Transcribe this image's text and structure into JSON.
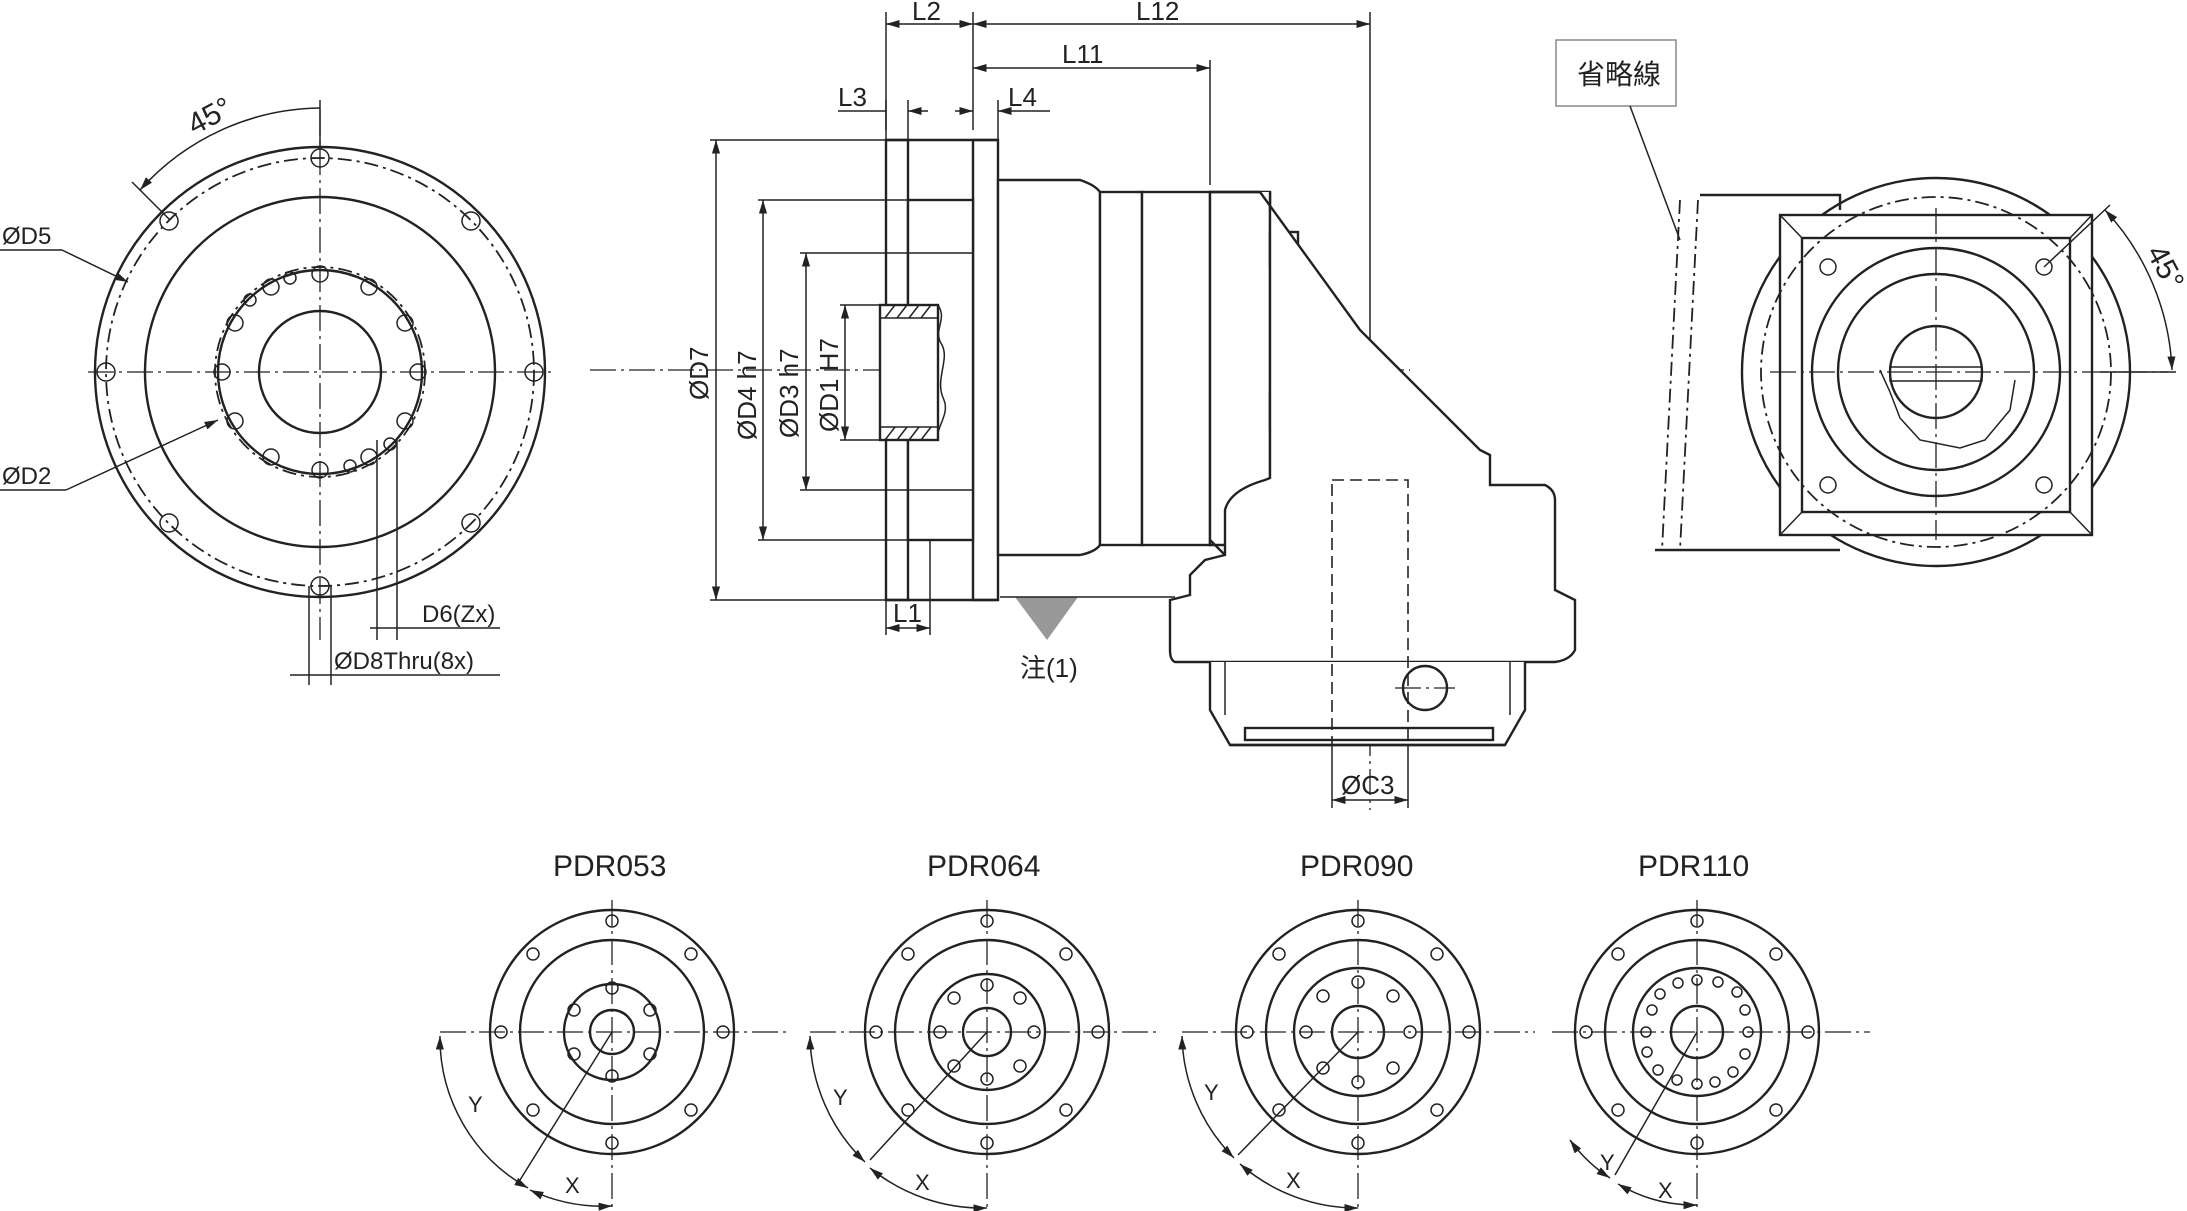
{
  "drawing_title": "Right-angle planetary gearbox PDR dimension drawing",
  "front_view": {
    "angle": "45°",
    "labels": {
      "d5": "ØD5",
      "d2": "ØD2",
      "d6": "D6(Zx)",
      "d8": "ØD8Thru(8x)"
    }
  },
  "side_view": {
    "labels": {
      "l2": "L2",
      "l12": "L12",
      "l11": "L11",
      "l3": "L3",
      "l4": "L4",
      "l1": "L1",
      "d7": "ØD7",
      "d4": "ØD4 h7",
      "d3": "ØD3 h7",
      "d1": "ØD1 H7",
      "c3": "ØC3",
      "note": "注(1)"
    }
  },
  "right_view": {
    "callout": "省略線",
    "angle": "45°"
  },
  "variants": [
    {
      "model": "PDR053",
      "x_label": "X",
      "y_label": "Y"
    },
    {
      "model": "PDR064",
      "x_label": "X",
      "y_label": "Y"
    },
    {
      "model": "PDR090",
      "x_label": "X",
      "y_label": "Y"
    },
    {
      "model": "PDR110",
      "x_label": "X",
      "y_label": "Y"
    }
  ],
  "colors": {
    "line": "#222222",
    "background": "#ffffff",
    "callout_border": "#888888",
    "note_triangle": "#999999"
  }
}
